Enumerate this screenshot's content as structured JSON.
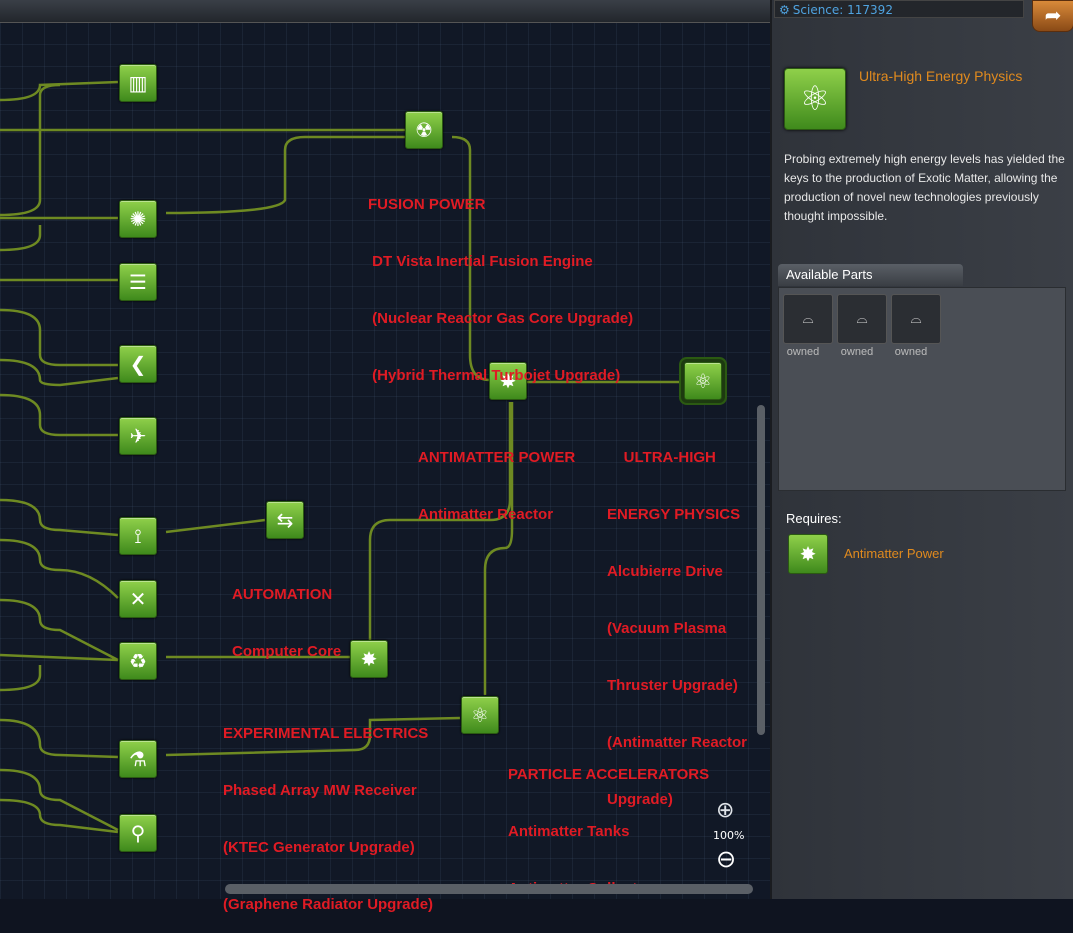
{
  "tree": {
    "nodes": [
      {
        "id": "n1",
        "icon": "▥",
        "icon_name": "tower-icon"
      },
      {
        "id": "n2",
        "icon": "☢",
        "icon_name": "radiation-icon"
      },
      {
        "id": "n3",
        "icon": "✺",
        "icon_name": "network-icon"
      },
      {
        "id": "n4",
        "icon": "☰",
        "icon_name": "plates-icon"
      },
      {
        "id": "n5",
        "icon": "❮",
        "icon_name": "nozzle-icon"
      },
      {
        "id": "n6",
        "icon": "✈",
        "icon_name": "aircraft-icon"
      },
      {
        "id": "n7",
        "icon": "✸",
        "icon_name": "antimatter-icon"
      },
      {
        "id": "n8",
        "icon": "⚛",
        "icon_name": "ultra-physics-icon"
      },
      {
        "id": "n9",
        "icon": "⇆",
        "icon_name": "automation-icon"
      },
      {
        "id": "n10",
        "icon": "⟟",
        "icon_name": "dish-icon"
      },
      {
        "id": "n11",
        "icon": "✕",
        "icon_name": "crossed-tools-icon"
      },
      {
        "id": "n12",
        "icon": "♻",
        "icon_name": "recycle-icon"
      },
      {
        "id": "n13",
        "icon": "✸",
        "icon_name": "electrics-icon"
      },
      {
        "id": "n14",
        "icon": "⚛",
        "icon_name": "particle-icon"
      },
      {
        "id": "n15",
        "icon": "⚗",
        "icon_name": "flask-icon"
      },
      {
        "id": "n16",
        "icon": "⚲",
        "icon_name": "probe-icon"
      }
    ],
    "labels": {
      "fusion": [
        "FUSION POWER",
        " DT Vista Inertial Fusion Engine",
        " (Nuclear Reactor Gas Core Upgrade)",
        " (Hybrid Thermal Turbojet Upgrade)"
      ],
      "antimatter": [
        "ANTIMATTER POWER",
        "Antimatter Reactor"
      ],
      "ultra": [
        "    ULTRA-HIGH",
        "ENERGY PHYSICS",
        "Alcubierre Drive",
        "(Vacuum Plasma",
        "Thruster Upgrade)",
        "(Antimatter Reactor",
        "Upgrade)"
      ],
      "automation": [
        "AUTOMATION",
        "Computer Core"
      ],
      "electrics": [
        "EXPERIMENTAL ELECTRICS",
        "Phased Array MW Receiver",
        "(KTEC Generator Upgrade)",
        "(Graphene Radiator Upgrade)"
      ],
      "particle": [
        "PARTICLE ACCELERATORS",
        "Antimatter Tanks",
        "Antimatter Collector"
      ]
    },
    "zoom": {
      "level": "100%",
      "in_icon": "zoom-in-icon",
      "out_icon": "zoom-out-icon"
    }
  },
  "panel": {
    "science_label": "Science: 117392",
    "tech_title": "Ultra-High Energy Physics",
    "tech_description": "Probing extremely high energy levels has yielded the keys to the production of Exotic Matter, allowing the production of novel new technologies previously thought impossible.",
    "available_parts_label": "Available Parts",
    "parts": [
      {
        "status": "owned"
      },
      {
        "status": "owned"
      },
      {
        "status": "owned"
      }
    ],
    "requires_label": "Requires:",
    "requires_name": "Antimatter Power"
  },
  "colors": {
    "line": "#6e8a22",
    "label": "#e01b24",
    "accent": "#e08a1e",
    "science": "#4fa3e0"
  }
}
